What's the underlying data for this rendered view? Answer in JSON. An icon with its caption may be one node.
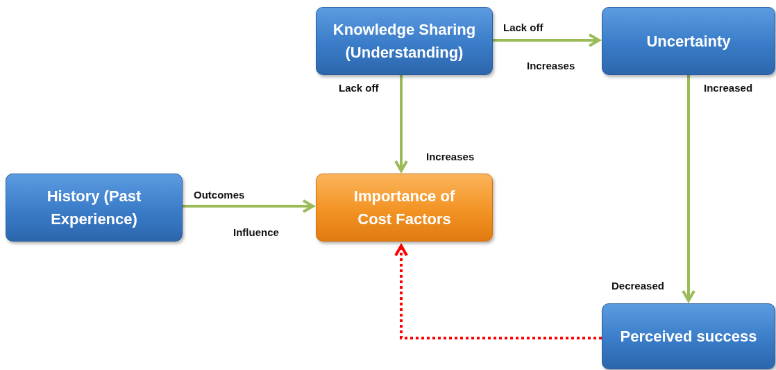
{
  "diagram": {
    "nodes": [
      {
        "text": [
          "Knowledge Sharing (Understanding)"
        ]
      },
      {
        "text": [
          "Uncertainty"
        ]
      },
      {
        "text": [
          "History (Past Experience)"
        ]
      },
      {
        "text": [
          "Importance of Cost Factors"
        ]
      },
      {
        "text": [
          "Perceived success"
        ]
      }
    ],
    "edges": [
      {
        "from": 0,
        "to": 1,
        "arrow": "to",
        "label": "Lack off"
      },
      {
        "from": 0,
        "to": 3,
        "arrow": "to",
        "label": "Lack off"
      },
      {
        "from": 2,
        "to": 3,
        "arrow": "to",
        "label": "Outcomes"
      },
      {
        "from": 1,
        "to": 4,
        "arrow": "to",
        "label": "Increased"
      },
      {
        "from": 4,
        "to": 3,
        "arrow": "to",
        "style": "dashed",
        "color": "#ff0000"
      }
    ],
    "labels": [
      "Increases",
      "Increases",
      "Influence",
      "Decreased"
    ]
  }
}
